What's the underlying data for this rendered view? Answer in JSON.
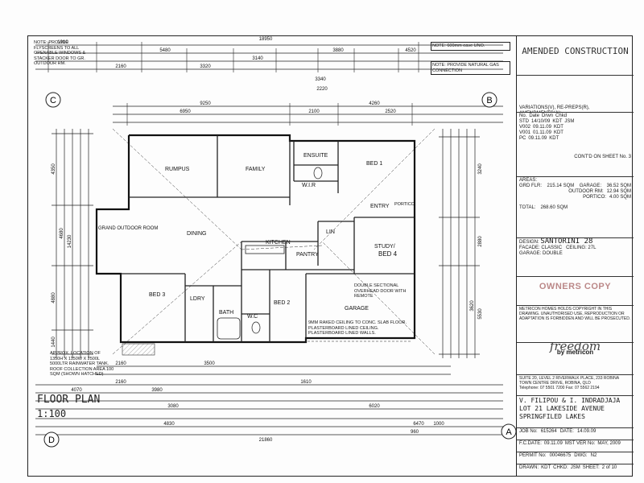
{
  "notes": {
    "flyscreens": "NOTE: PROVIDE FLYSCREENS TO ALL OPENABLE WINDOWS & STACKER DOOR TO GR. OUTDOOR RM.",
    "eave": "NOTE: 600mm eave UNO.",
    "gas": "NOTE: PROVIDE NATURAL GAS CONNECTION",
    "tank": "APPROX. LOCATION OF 1350H X 1150W X 2500L 5000LTR RAINWATER TANK. ROOF COLLECTION AREA 100 SQM (SHOWN HATCHED)",
    "garage_note": "DOUBLE SECTIONAL OVERHEAD DOOR WITH REMOTE",
    "garage_ceiling": "9MM RAKED CEILING TO CONC. SLAB FLOOR. PLASTERBOARD LINED CEILING. PLASTERBOARD LINED WALLS."
  },
  "plan": {
    "title": "FLOOR PLAN",
    "scale": "1:100",
    "rooms": {
      "rumpus": "RUMPUS",
      "family": "FAMILY",
      "ensuite": "ENSUITE",
      "bed1": "BED 1",
      "wir": "W.I.R",
      "entry": "ENTRY",
      "dining": "DINING",
      "kitchen": "KITCHEN",
      "pantry": "PANTRY",
      "lin": "LIN",
      "study": "STUDY/",
      "bed4": "BED 4",
      "grand_outdoor": "GRAND OUTDOOR ROOM",
      "bed3": "BED 3",
      "ldry": "LDRY",
      "bath": "BATH",
      "wc": "W.C",
      "bed2": "BED 2",
      "garage": "GARAGE",
      "portico": "PORTICO"
    },
    "grid_marks": [
      "C",
      "B",
      "D",
      "A"
    ],
    "dims_top": [
      "1910",
      "18950",
      "5480",
      "3140",
      "4520",
      "2160",
      "3320",
      "3880",
      "3340",
      "9250",
      "4260",
      "6950",
      "2100",
      "2220",
      "2520"
    ],
    "dims_bottom": [
      "2160",
      "3500",
      "4070",
      "3980",
      "3080",
      "2160",
      "1610",
      "6020",
      "4830",
      "21860",
      "6470",
      "960",
      "1000"
    ],
    "dims_left": [
      "4350",
      "4680",
      "14230",
      "4880",
      "1440"
    ],
    "dims_right": [
      "3240",
      "2880",
      "3620",
      "5530"
    ]
  },
  "titleblock": {
    "amended": "AMENDED CONSTRUCTION",
    "variations_header": "VARIATIONS(V), RE-PREPS(R), AMENDMENTS(A):",
    "cols": [
      "No.",
      "Date",
      "Drwn",
      "Chkd"
    ],
    "variation_rows": [
      [
        "STD",
        "14/10/09",
        "KDT",
        "JSM"
      ],
      [
        "V002",
        "09.11.09",
        "KDT",
        ""
      ],
      [
        "V001",
        "01.11.09",
        "KDT",
        ""
      ],
      [
        "PC",
        "09.11.09",
        "KDT",
        ""
      ]
    ],
    "cont_sheet": "CONT'D ON SHEET No. 3",
    "areas_header": "AREAS:",
    "areas": [
      [
        "GRD FLR:",
        "215.14 SQM",
        "GARAGE:",
        "36.52 SQM"
      ],
      [
        "",
        "",
        "OUTDOOR RM:",
        "12.94 SQM"
      ],
      [
        "",
        "",
        "PORTICO:",
        "4.00 SQM"
      ],
      [
        "TOTAL:",
        "268.60 SQM",
        "",
        ""
      ]
    ],
    "design_label": "DESIGN:",
    "design": "SANTORINI 28",
    "facade_label": "FACADE:",
    "facade": "CLASSIC",
    "ceiling_label": "CEILING:",
    "ceiling": "27L",
    "garage_label": "GARAGE:",
    "garage": "DOUBLE",
    "owners_copy": "OWNERS COPY",
    "copyright": "METRICON HOMES HOLDS COPYRIGHT IN THIS DRAWING. UNAUTHORISED USE, REPRODUCTION OR ADAPTATION IS FORBIDDEN AND WILL BE PROSECUTED.",
    "brand": "freedom",
    "brand_sub": "by metricon",
    "address": "SUITE 20, LEVEL 2 RIVERWALK PLACE, 233 ROBINA TOWN CENTRE DRIVE, ROBINA, QLD",
    "phone": "Telephone: 07 5501 7200   Fax: 07 5562 2194",
    "client": "V. FILIPOU & I. INDRADJAJA",
    "lot": "LOT 21 LAKESIDE AVENUE",
    "suburb": "SPRINGFILED LAKES",
    "job_no_label": "JOB No:",
    "job_no": "615264",
    "date_label": "DATE:",
    "date": "14.09.09",
    "fc_date_label": "F.C.DATE:",
    "fc_date": "09.11.09",
    "mst_ver_label": "MST VER No:",
    "mst_ver": "MAY, 2009",
    "permit_label": "PERMIT No:",
    "permit": "00046675",
    "dwg_label": "DWG:",
    "dwg": "N2",
    "drawn_label": "DRAWN:",
    "drawn": "KDT",
    "chkd_label": "CHKD:",
    "chkd": "JSM",
    "sheet_label": "SHEET:",
    "sheet": "2 of 10"
  }
}
